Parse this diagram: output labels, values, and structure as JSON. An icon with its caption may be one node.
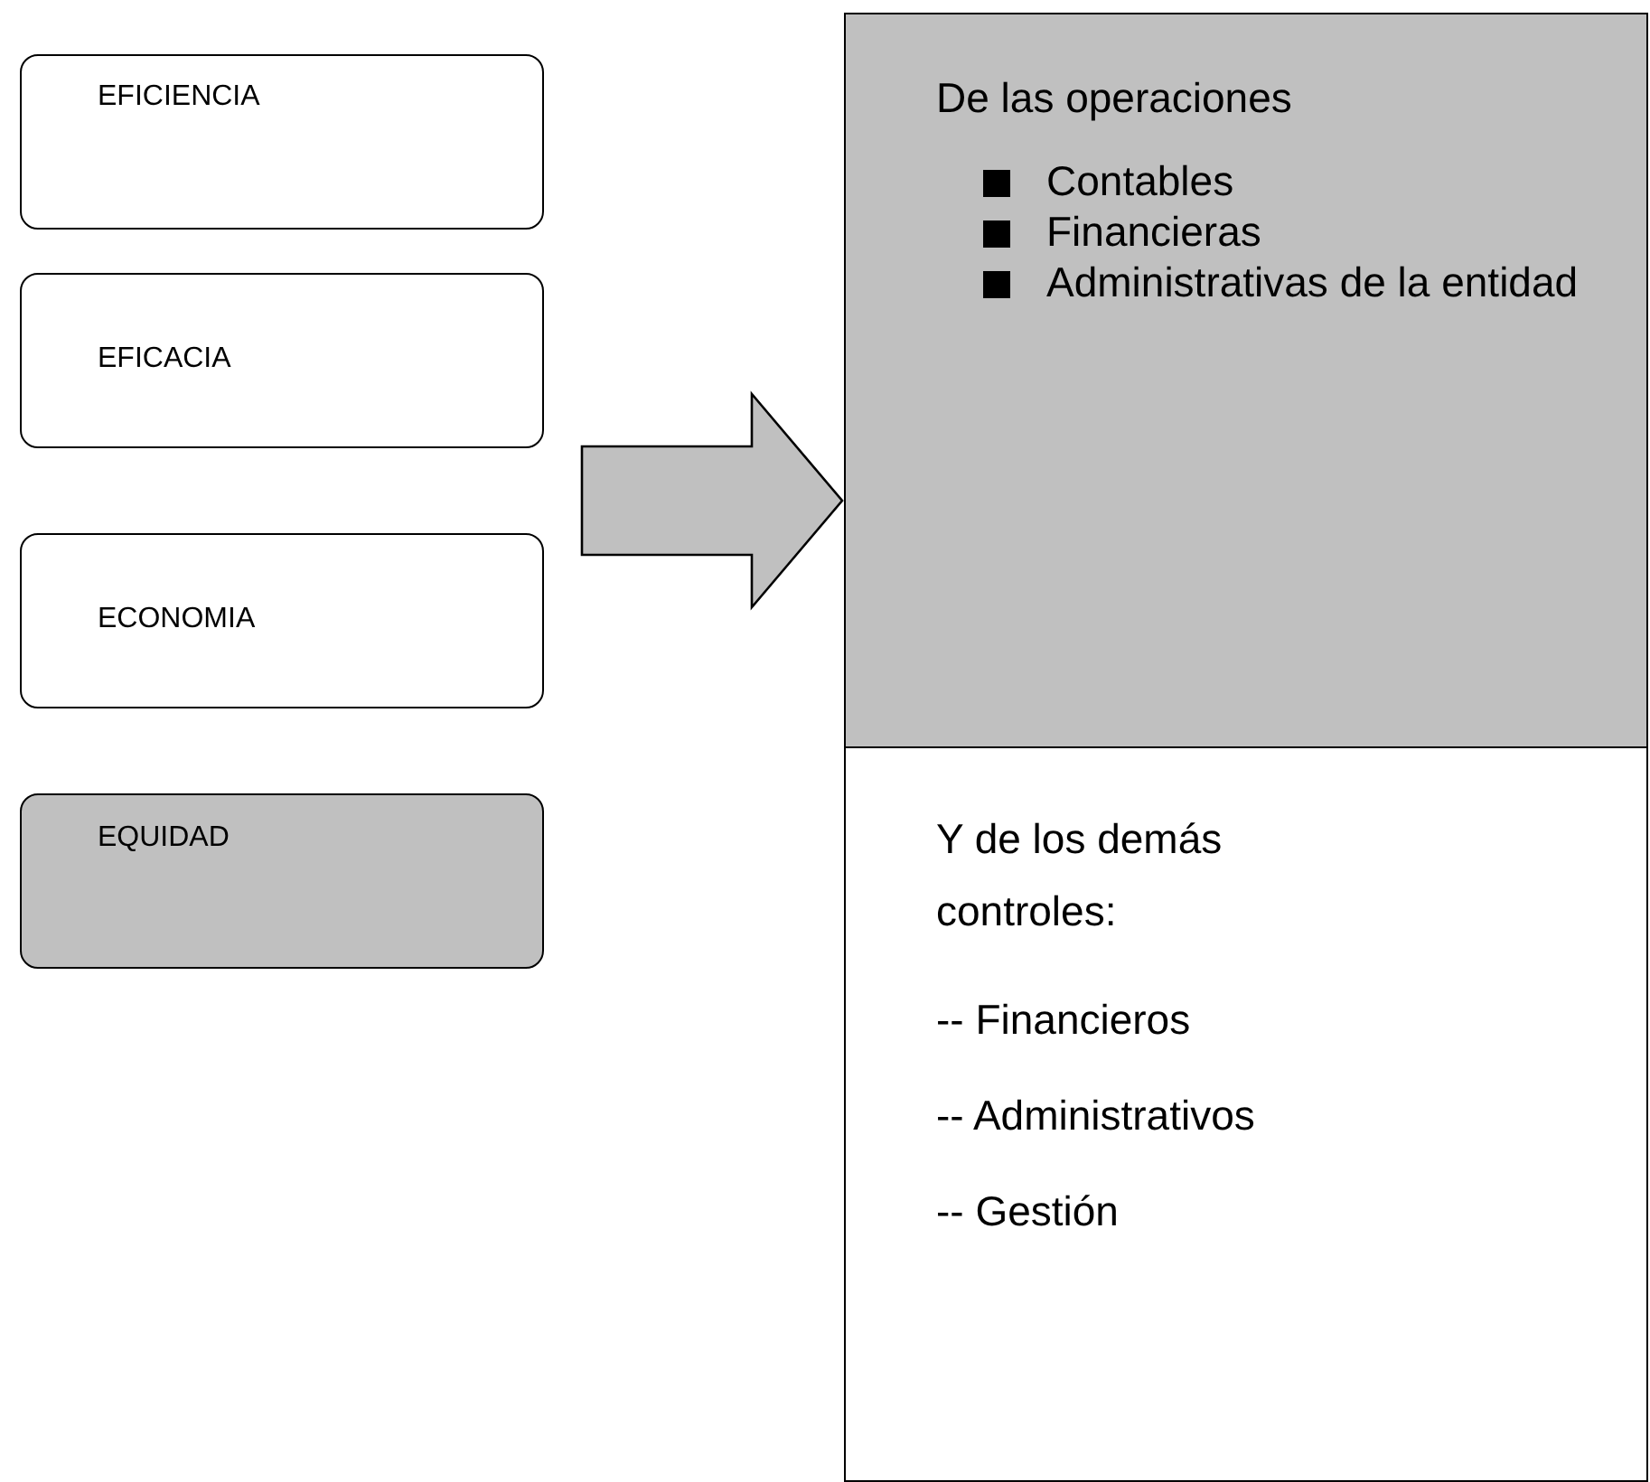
{
  "diagram": {
    "nodes": [
      {
        "text": [
          "EFICIENCIA"
        ]
      },
      {
        "text": [
          "EFICACIA"
        ]
      },
      {
        "text": [
          "ECONOMIA"
        ]
      },
      {
        "text": [
          "EQUIDAD"
        ]
      },
      {
        "text": [
          "De las operaciones",
          "Contables",
          "Financieras",
          "Administrativas de la entidad"
        ]
      },
      {
        "text": [
          "Y de los demás controles:",
          "-- Financieros",
          "-- Administrativos",
          "-- Gestión"
        ]
      }
    ],
    "edges": [
      {
        "from": null,
        "to": 4,
        "arrow": "to"
      }
    ]
  }
}
